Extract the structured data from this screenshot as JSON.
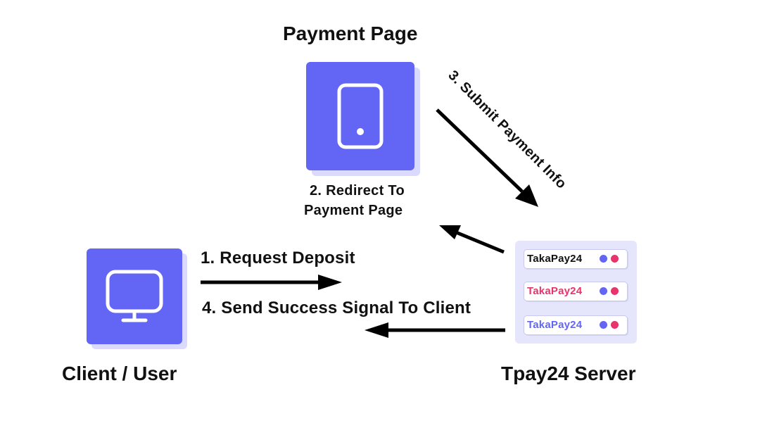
{
  "diagram": {
    "nodes": {
      "payment_page": {
        "label": "Payment Page"
      },
      "client": {
        "label": "Client / User"
      },
      "server": {
        "label": "Tpay24 Server",
        "rows": [
          {
            "text": "TakaPay24",
            "color": "#111111"
          },
          {
            "text": "TakaPay24",
            "color": "#e8336b"
          },
          {
            "text": "TakaPay24",
            "color": "#6366f5"
          }
        ],
        "dot_colors": [
          "#6366f5",
          "#e8336b"
        ]
      }
    },
    "steps": {
      "step1": "1. Request Deposit",
      "step2_line1": "2. Redirect To",
      "step2_line2": "Payment Page",
      "step3": "3. Submit Payment Info",
      "step4": "4. Send Success Signal To Client"
    },
    "colors": {
      "tile": "#6366f5",
      "tile_shadow": "#d9dafd",
      "server_bg": "#e5e5fb",
      "arrow": "#000000"
    }
  }
}
